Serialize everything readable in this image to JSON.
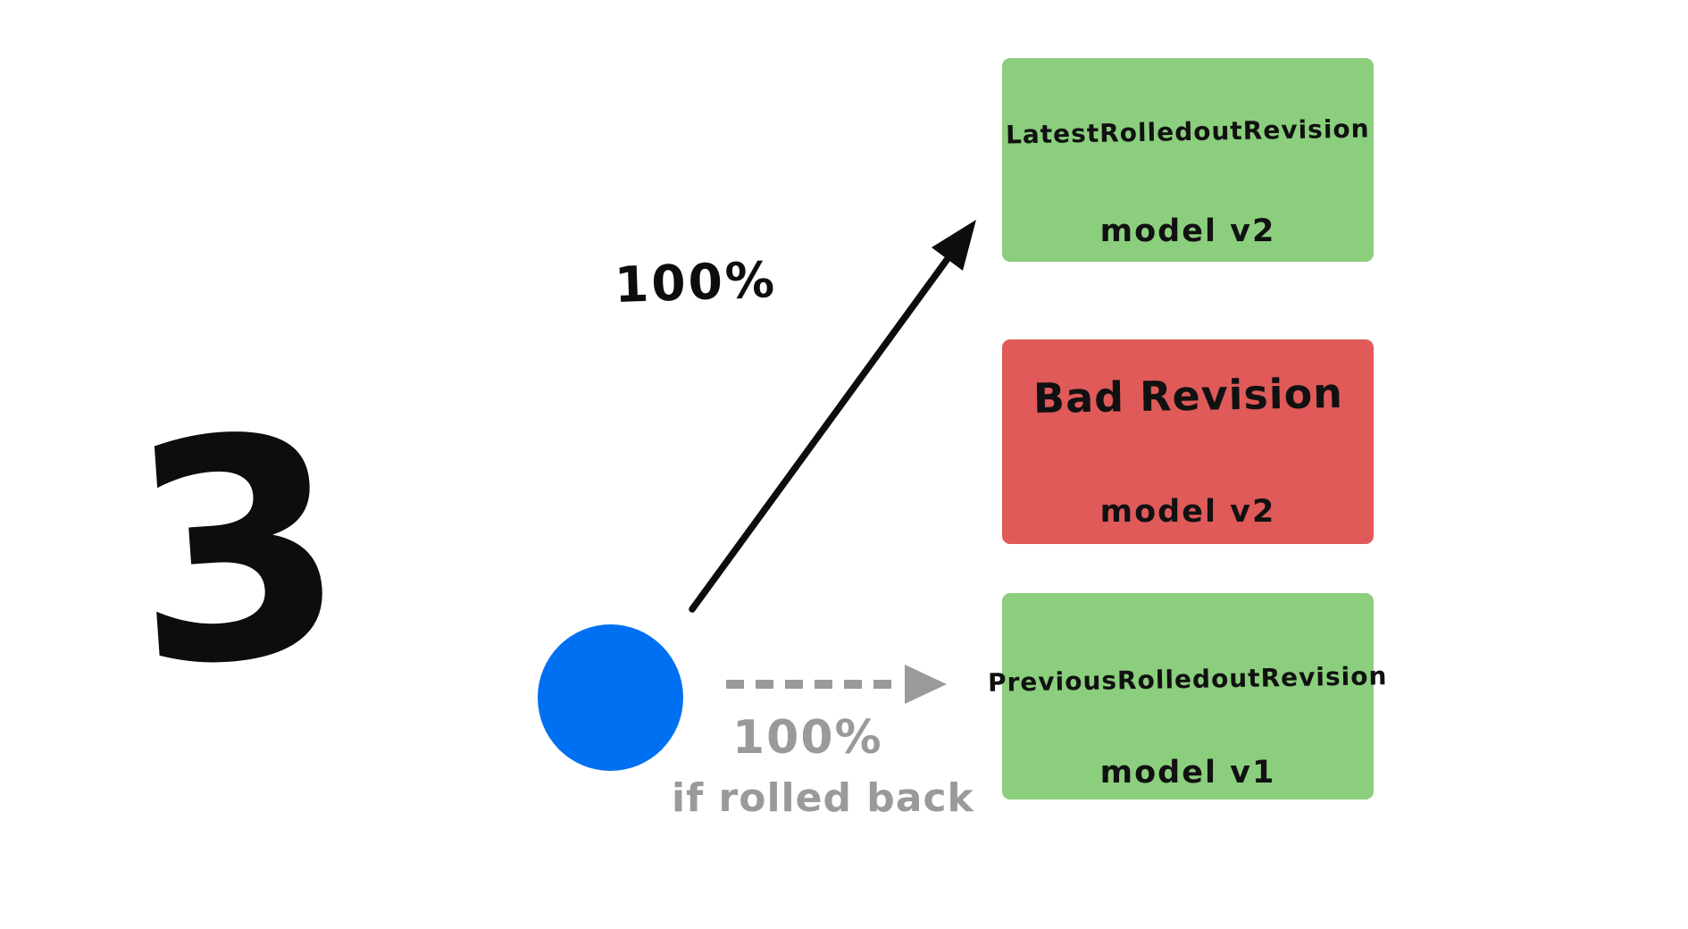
{
  "step_number": "3",
  "source": {
    "name": "traffic-source",
    "color": "#0070f2"
  },
  "solid_arrow": {
    "label": "100%",
    "style": "solid",
    "color": "#0d0d0d"
  },
  "dashed_arrow": {
    "label": "100%",
    "condition": "if rolled back",
    "style": "dashed",
    "color": "#9a9a9a"
  },
  "nodes": [
    {
      "id": "latest-rolledout-revision",
      "title": "LatestRolledoutRevision",
      "subtitle": "model v2",
      "status": "healthy",
      "color": "#8bce7d"
    },
    {
      "id": "bad-revision",
      "title": "Bad Revision",
      "subtitle": "model v2",
      "status": "bad",
      "color": "#e05a5a"
    },
    {
      "id": "previous-rolledout-revision",
      "title": "PreviousRolledoutRevision",
      "subtitle": "model v1",
      "status": "healthy",
      "color": "#8bce7d"
    }
  ]
}
